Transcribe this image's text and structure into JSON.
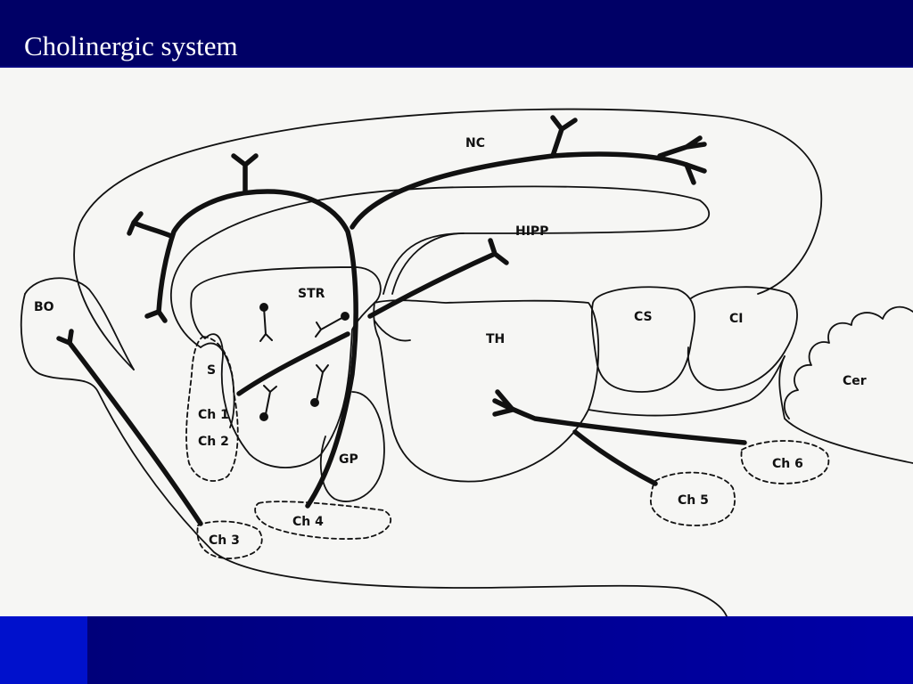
{
  "slide": {
    "title": "Cholinergic system",
    "colors": {
      "title_bar": "#000066",
      "footer": "#00008c",
      "footer_accent": "#0011cc",
      "figure_bg": "#f6f6f4",
      "ink": "#111111"
    }
  },
  "diagram": {
    "regions": {
      "nc": "NC",
      "hipp": "HIPP",
      "bo": "BO",
      "str": "STR",
      "th": "TH",
      "cs": "CS",
      "ci": "CI",
      "cer": "Cer",
      "s": "S",
      "gp": "GP"
    },
    "nuclei": {
      "ch1": "Ch 1",
      "ch2": "Ch 2",
      "ch3": "Ch 3",
      "ch4": "Ch 4",
      "ch5": "Ch 5",
      "ch6": "Ch 6"
    }
  }
}
